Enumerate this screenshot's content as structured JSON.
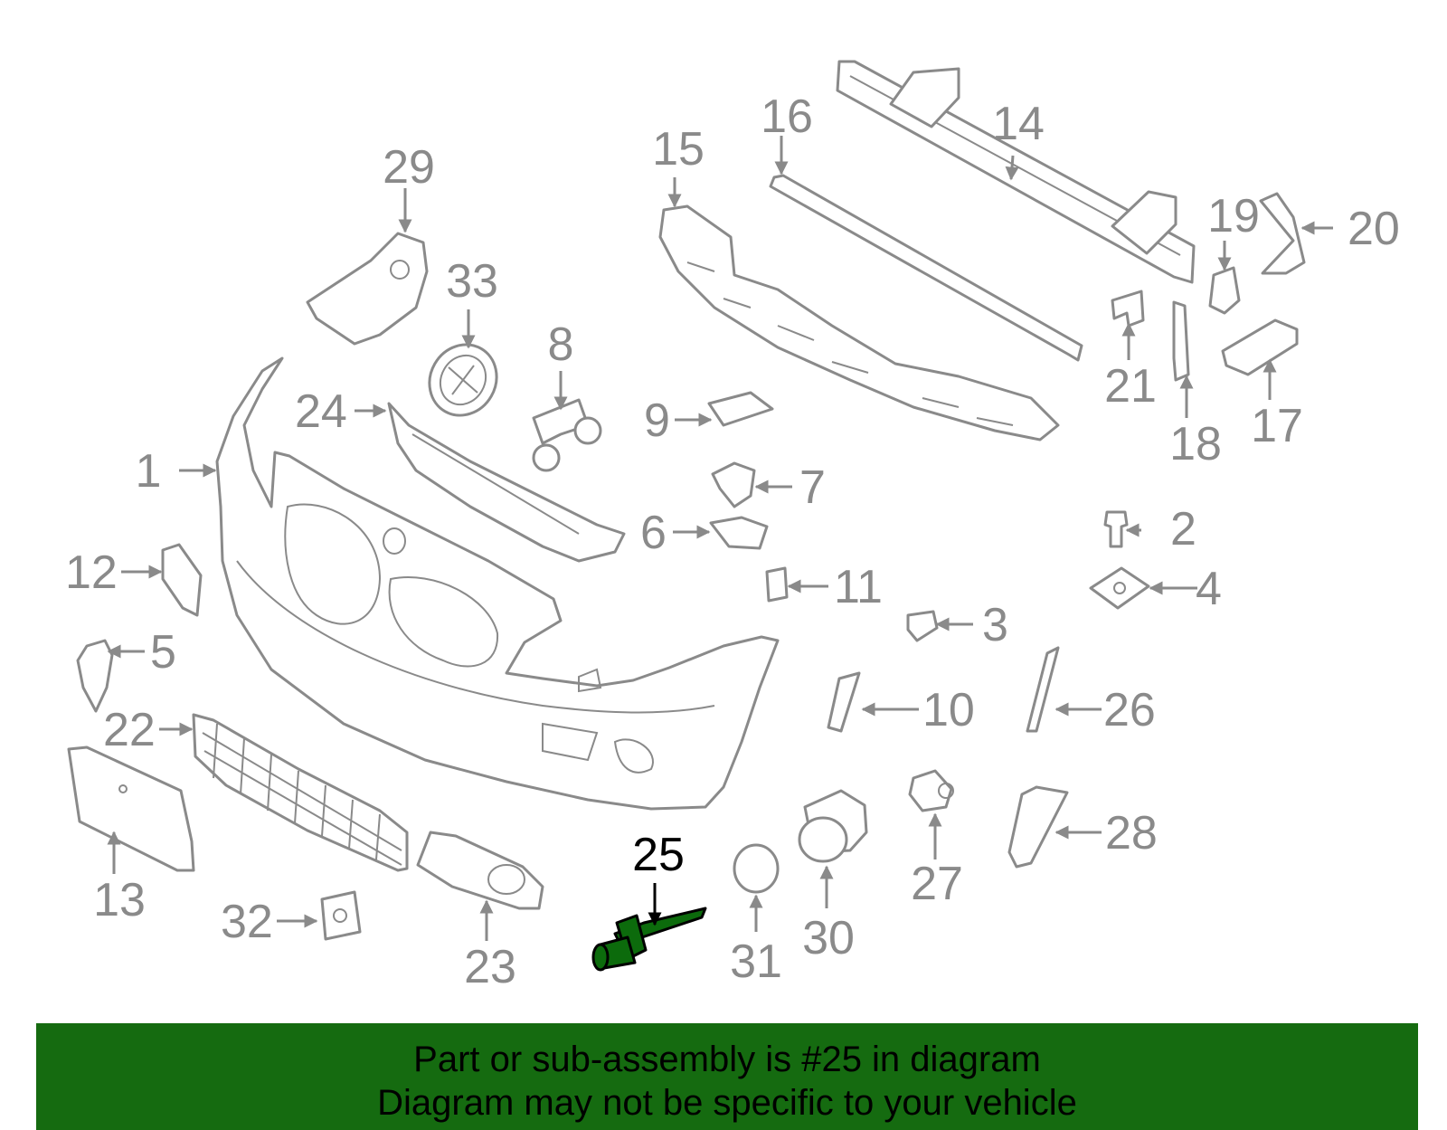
{
  "diagram": {
    "highlighted_part": "25",
    "callouts": [
      "1",
      "2",
      "3",
      "4",
      "5",
      "6",
      "7",
      "8",
      "9",
      "10",
      "11",
      "12",
      "13",
      "14",
      "15",
      "16",
      "17",
      "18",
      "19",
      "20",
      "21",
      "22",
      "23",
      "24",
      "25",
      "26",
      "27",
      "28",
      "29",
      "30",
      "31",
      "32",
      "33"
    ],
    "colors": {
      "part_stroke": "#8a8a8a",
      "highlight_fill": "#0c6b0c",
      "banner_bg": "#156b10"
    }
  },
  "footer": {
    "line1": "Part or sub-assembly is #25 in diagram",
    "line2": "Diagram may not be specific to your vehicle"
  }
}
